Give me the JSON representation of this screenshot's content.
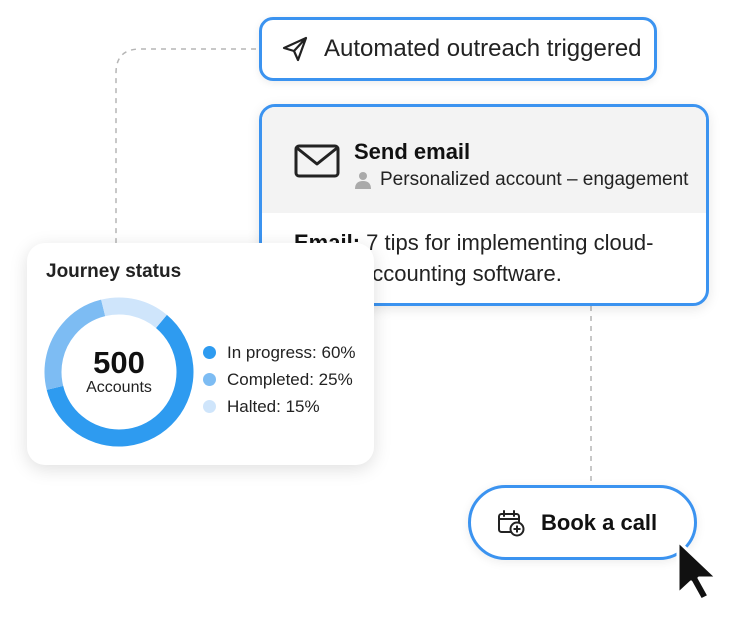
{
  "trigger": {
    "label": "Automated outreach triggered",
    "icon": "send-icon"
  },
  "email_card": {
    "title": "Send email",
    "subtitle": "Personalized account – engagement",
    "body_label": "Email:",
    "body_text": " 7 tips for implementing cloud-based accounting software.",
    "icons": [
      "mail-icon",
      "person-icon"
    ]
  },
  "journey": {
    "title": "Journey status",
    "total": "500",
    "total_caption": "Accounts",
    "segments": [
      {
        "label": "In progress: 60%",
        "value": 60,
        "color": "#2e9bf0"
      },
      {
        "label": "Completed: 25%",
        "value": 25,
        "color": "#7dbcf3"
      },
      {
        "label": "Halted: 15%",
        "value": 15,
        "color": "#cfe5fb"
      }
    ]
  },
  "book_call": {
    "label": "Book a call",
    "icon": "calendar-add-icon"
  },
  "colors": {
    "accent": "#3b93f0",
    "card_header_bg": "#f3f3f3"
  }
}
